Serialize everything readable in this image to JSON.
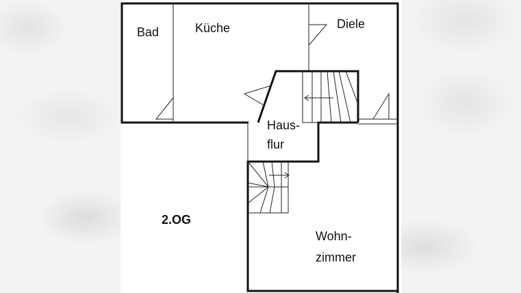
{
  "floor_plan": {
    "floor_label": "2.OG",
    "rooms": {
      "bad": "Bad",
      "kueche": "Küche",
      "diele": "Diele",
      "hausflur_line1": "Haus-",
      "hausflur_line2": "flur",
      "wohnzimmer_line1": "Wohn-",
      "wohnzimmer_line2": "zimmer"
    },
    "colors": {
      "wall": "#111111",
      "background": "#ffffff",
      "page_bg": "#f2f2f2"
    }
  }
}
